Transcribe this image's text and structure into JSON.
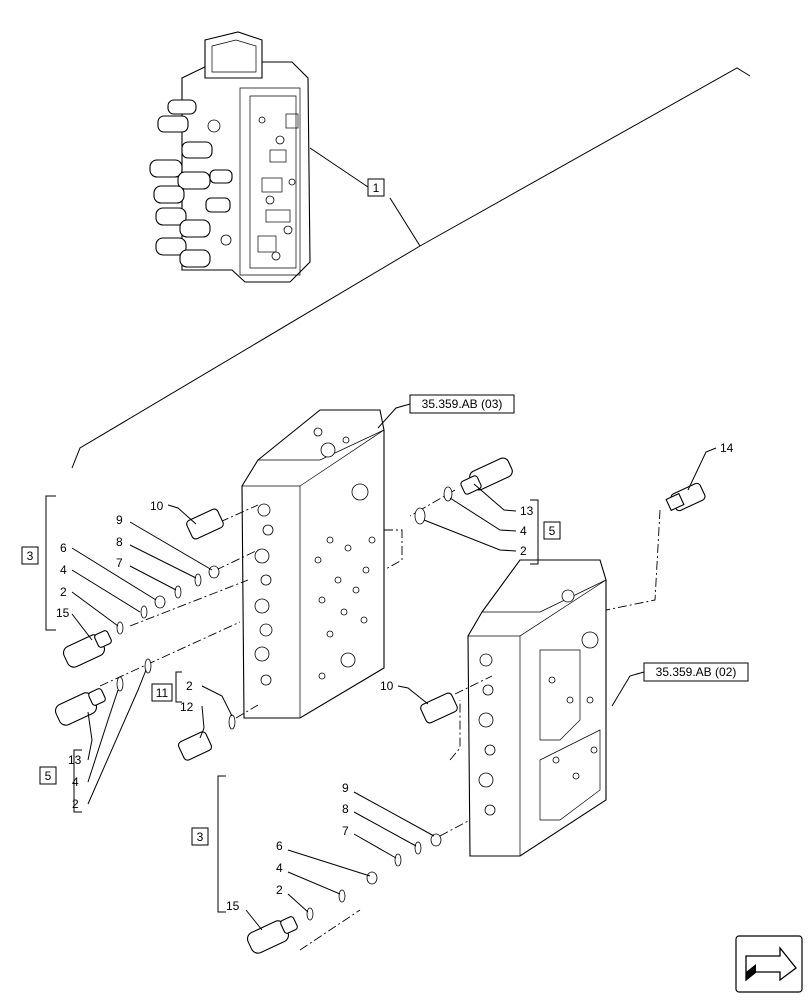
{
  "references": {
    "ref_03": "35.359.AB (03)",
    "ref_02": "35.359.AB (02)"
  },
  "callouts": {
    "c1": "1",
    "c3_top": "3",
    "c5_right": "5",
    "c5_left": "5",
    "c11": "11",
    "c3_bottom": "3",
    "n14": "14",
    "n13_right": "13",
    "n4_right": "4",
    "n2_right": "2",
    "n10_upper": "10",
    "n9_upper": "9",
    "n8_upper": "8",
    "n7_upper": "7",
    "n6_upper": "6",
    "n4_upper": "4",
    "n2_upper": "2",
    "n15_upper": "15",
    "n2_mid": "2",
    "n12_mid": "12",
    "n10_lower": "10",
    "n13_left": "13",
    "n4_left": "4",
    "n2_left": "2",
    "n9_lower": "9",
    "n8_lower": "8",
    "n7_lower": "7",
    "n6_lower": "6",
    "n4_lower": "4",
    "n2_lower": "2",
    "n15_lower": "15"
  },
  "icons": [
    "navigation-arrow-icon"
  ]
}
